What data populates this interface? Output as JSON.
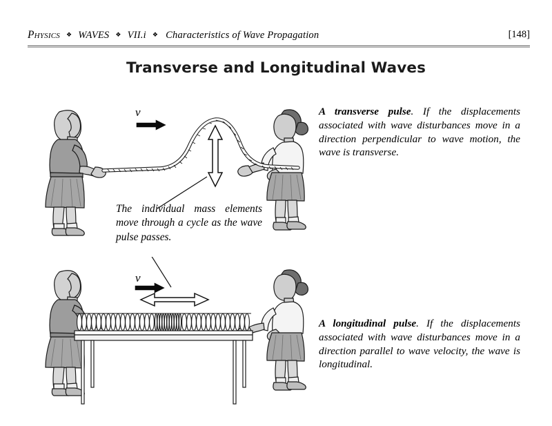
{
  "header": {
    "subject": "Physics",
    "separator": "❖",
    "unit": "WAVES",
    "section": "VII.i",
    "topic": "Characteristics of Wave Propagation",
    "page_number": "[148]"
  },
  "title": "Transverse and Longitudinal Waves",
  "notes": {
    "transverse": {
      "lead": "A transverse pulse",
      "body": ". If the displacements associated with wave disturbances move in a direction perpendicular to wave motion, the wave is transverse."
    },
    "longitudinal": {
      "lead": "A longitudinal pulse",
      "body": ". If the displacements associated with wave disturbances move in a direction parallel to wave velocity, the wave is longitudinal."
    },
    "center": "The individual mass elements move through a cycle as the wave pulse passes."
  },
  "figures": {
    "transverse": {
      "velocity_label": "v",
      "caption_alt": "Two people holding a rope with a single transverse hump travelling to the right; a vertical double headed arrow marks the particle motion"
    },
    "longitudinal": {
      "velocity_label": "v",
      "caption_alt": "Two people holding a long spring on a table with a compressed region travelling to the right; a horizontal double headed arrow marks the particle motion"
    }
  },
  "colors": {
    "ink": "#000000",
    "paper": "#ffffff",
    "rule": "#4a4a4a",
    "skin": "#d9d9d9",
    "garment_light": "#e8e8e8",
    "garment_mid": "#b8b8b8",
    "garment_dark": "#8c8c8c",
    "hair_dark": "#6e6e6e",
    "hair_light": "#d2d2d2"
  }
}
